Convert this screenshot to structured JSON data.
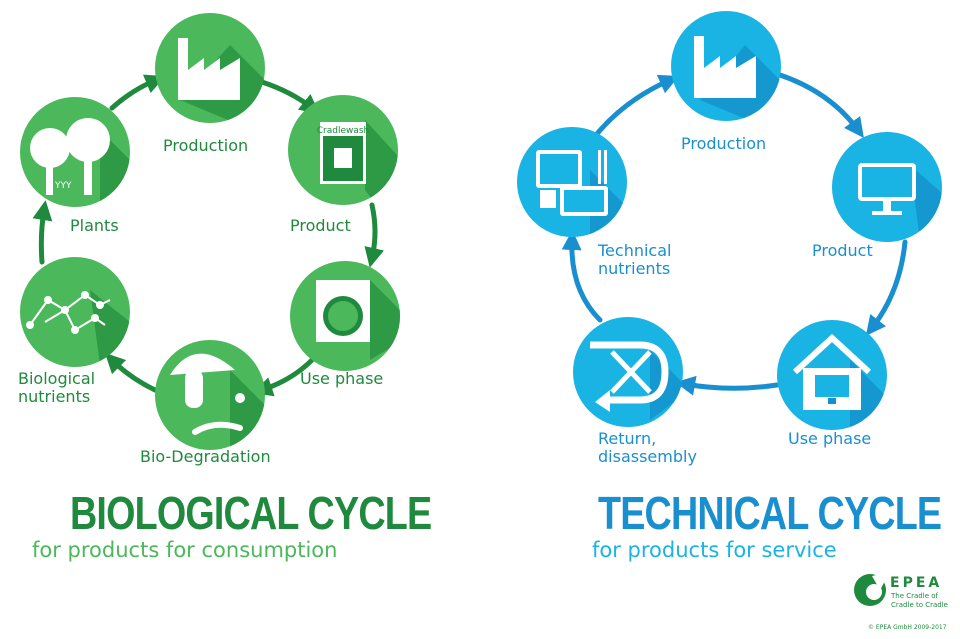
{
  "colors": {
    "bio_circle": "#4cb85c",
    "bio_dark": "#1f8a3d",
    "tech_circle": "#1ab4e4",
    "tech_dark": "#1a8fd0"
  },
  "biological": {
    "title": "BIOLOGICAL CYCLE",
    "subtitle": "for products for consumption",
    "nodes": [
      {
        "label": "Production",
        "icon": "factory-icon"
      },
      {
        "label": "Product",
        "icon": "detergent-box-icon",
        "box_text": "Cradlewash"
      },
      {
        "label": "Use phase",
        "icon": "washing-machine-icon"
      },
      {
        "label": "Bio-Degradation",
        "icon": "mushroom-icon"
      },
      {
        "label": "Biological\nnutrients",
        "icon": "molecule-icon"
      },
      {
        "label": "Plants",
        "icon": "trees-icon"
      }
    ]
  },
  "technical": {
    "title": "TECHNICAL CYCLE",
    "subtitle": "for products for service",
    "nodes": [
      {
        "label": "Production",
        "icon": "factory-icon"
      },
      {
        "label": "Product",
        "icon": "monitor-icon"
      },
      {
        "label": "Use phase",
        "icon": "house-monitor-icon"
      },
      {
        "label": "Return,\ndisassembly",
        "icon": "tools-icon"
      },
      {
        "label": "Technical\nnutrients",
        "icon": "components-icon"
      }
    ]
  },
  "logo": {
    "name": "EPEA",
    "tagline1": "The Cradle of",
    "tagline2": "Cradle to Cradle",
    "copyright": "© EPEA GmbH 2009-2017"
  }
}
